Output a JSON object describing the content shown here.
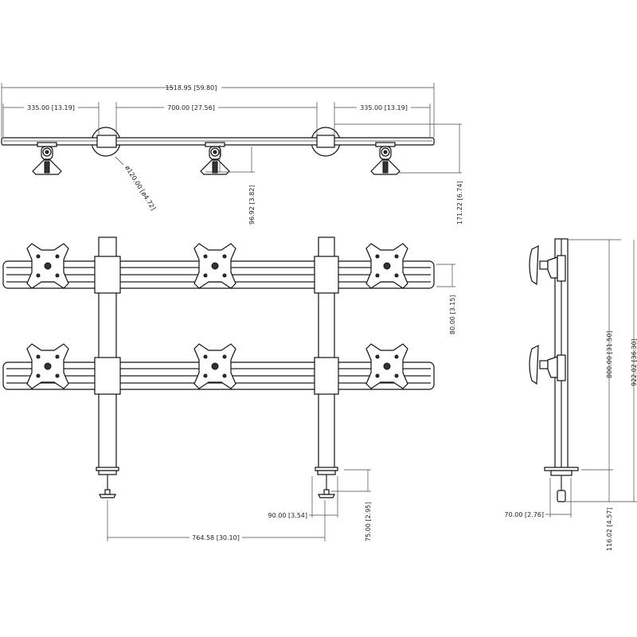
{
  "top_view": {
    "overall_width": "1518.95 [59.80]",
    "left_span": "335.00 [13.19]",
    "center_span": "700.00 [27.56]",
    "right_span": "335.00 [13.19]",
    "pole_diameter": "ø120.00 [ø4.72]",
    "mount_depth": "96.92 [3.82]",
    "total_depth": "171.22 [6.74]"
  },
  "front_view": {
    "bar_height": "80.00 [3.15]",
    "clamp_width": "90.00 [3.54]",
    "pole_spacing": "764.58 [30.10]",
    "clamp_range": "75.00 [2.95]"
  },
  "side_view": {
    "rail_height": "800.00 [31.50]",
    "overall_height": "922.02 [36.30]",
    "clamp_depth": "70.00 [2.76]",
    "clamp_height": "116.02 [4.57]"
  },
  "colors": {
    "line": "#222222",
    "background": "#ffffff"
  }
}
